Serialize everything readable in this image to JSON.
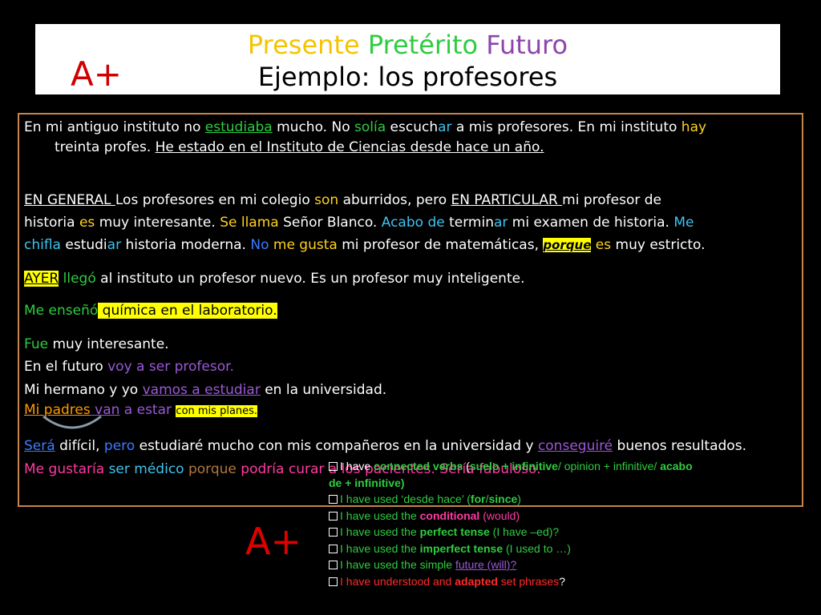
{
  "title": {
    "w1": "Presente",
    "w2": "Pretérito",
    "w3": "Futuro",
    "line2": "Ejemplo: los profesores",
    "grade": "A+"
  },
  "paragraphs": {
    "p1a": "En mi antiguo instituto no ",
    "p1b": "estudiaba",
    "p1c": " mucho. No ",
    "p1d": "solía",
    "p1e": "  escuch",
    "p1f": "ar",
    "p1g": " a mis profesores. En mi instituto ",
    "p1h": "hay",
    "p1i": "treinta profes. ",
    "p1j": "He  estado en el Instituto de Ciencias  desde hace  un año.",
    "p2a": "EN GENERAL ",
    "p2b": "Los profesores en mi colegio ",
    "p2c": "son",
    "p2d": " aburridos, pero ",
    "p2e": "EN PARTICULAR ",
    "p2f": "mi profesor de",
    "p3a": "historia ",
    "p3b": "es",
    "p3c": " muy interesante. ",
    "p3d": "Se llama",
    "p3e": " Señor Blanco. ",
    "p3f": "Acabo de",
    "p3g": "  termin",
    "p3h": "ar",
    "p3i": " mi examen de historia. ",
    "p3j": "Me",
    "p4a": "chifla",
    "p4b": "  estudi",
    "p4c": "ar",
    "p4d": "  historia moderna.  ",
    "p4e": "No",
    "p4f": " me gusta",
    "p4g": " mi profesor de matemáticas, ",
    "p4h": "porque",
    "p4i": " es",
    "p4j": " muy estricto.",
    "p5a": "AYER",
    "p5b": " llegó",
    "p5c": " al instituto un profesor nuevo. Es un profesor muy inteligente.",
    "p6a": "Me enseñó",
    "p6b": " química en el laboratorio.",
    "p7a": "Fue",
    "p7b": " muy interesante.",
    "p8a": "En el futuro  ",
    "p8b": "voy a ser profesor.",
    "p9a": "Mi hermano y yo ",
    "p9b": "vamos a estudiar",
    "p9c": " en la universidad.",
    "p10a": "Mi",
    "p10b": " padres",
    "p10c": " van",
    "p10d": " a estar ",
    "p10e": "con mis planes.",
    "p11a": "Será",
    "p11b": " difícil, ",
    "p11c": "pero",
    "p11d": " estudiaré mucho con mis compañeros en la universidad y ",
    "p11e": "conseguiré",
    "p11f": " buenos resultados.",
    "p12a": "Me gustaría",
    "p12b": " ser médico ",
    "p12c": "porque",
    "p12d": " podría",
    "p12e": " curar a los pacientes. ",
    "p12f": "Sería",
    "p12g": " fabuloso."
  },
  "checklist": {
    "r1a": "I have ",
    "r1b": "connected verbs",
    "r1c": " (",
    "r1d": "suelo + infinitive",
    "r1e": "/ opinion + infinitive/ ",
    "r1f": "acabo",
    "r1g": "de + infinitive)",
    "r2a": "I have used ‘desde hace’ (",
    "r2b": "for",
    "r2c": "/",
    "r2d": "since",
    "r2e": ")",
    "r3a": "I have used the ",
    "r3b": "conditional",
    "r3c": " (would)",
    "r4a": "I have used the ",
    "r4b": "perfect tense",
    "r4c": " (I have –ed)?",
    "r5a": "I have used ",
    "r5b": "the ",
    "r5c": "imperfect tense",
    "r5d": "  (I used to …)",
    "r6a": "I have used the simple ",
    "r6b": "future (will)?",
    "r7a": "I have understood and ",
    "r7b": "adapted",
    "r7c": " set phrases",
    "r7d": "?",
    "grade": "A+"
  }
}
